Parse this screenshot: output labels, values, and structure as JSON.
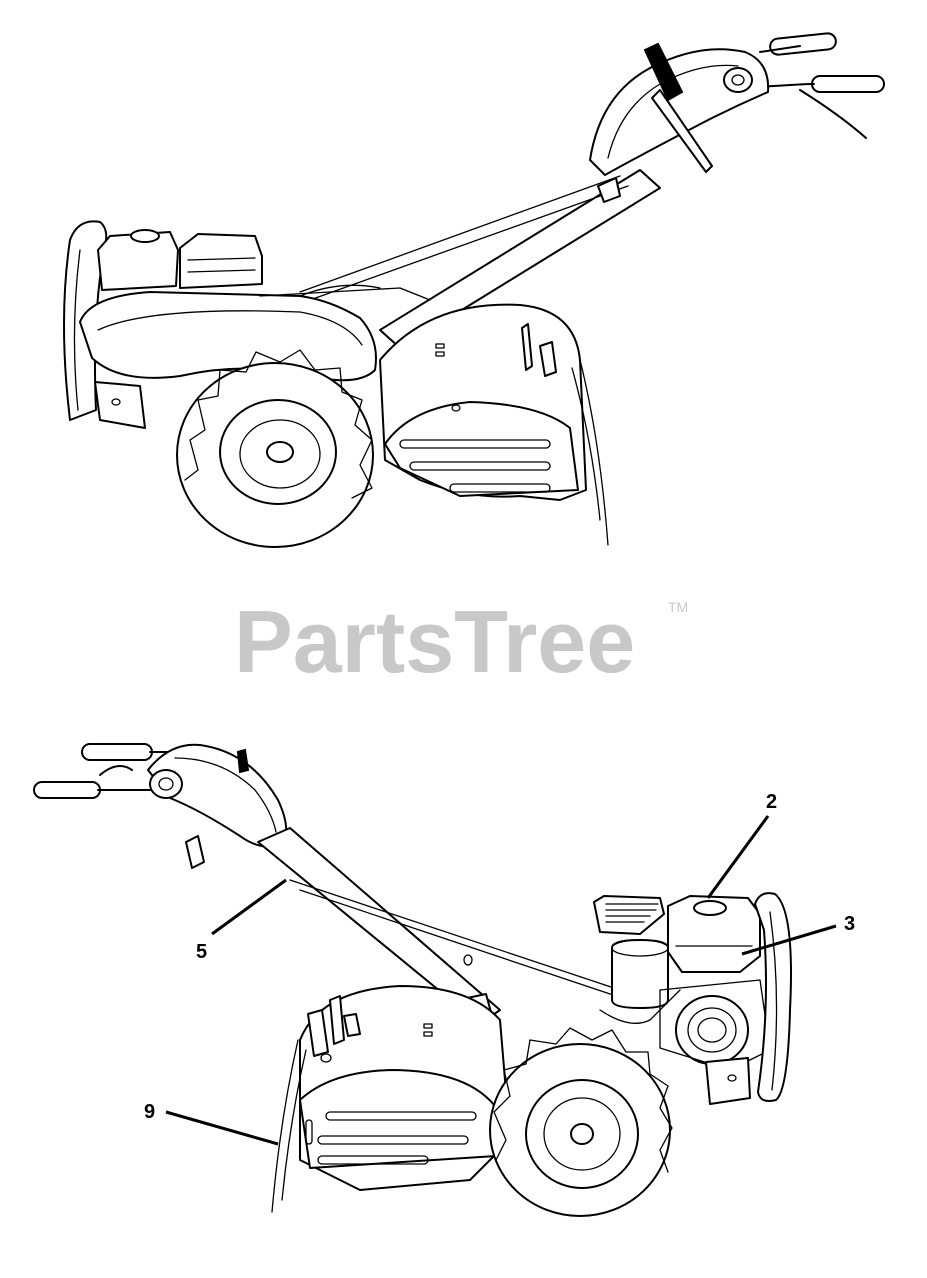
{
  "watermark": {
    "text": "PartsTree",
    "trademark": "TM"
  },
  "callouts": [
    {
      "id": "2",
      "label": "2"
    },
    {
      "id": "3",
      "label": "3"
    },
    {
      "id": "5",
      "label": "5"
    },
    {
      "id": "9",
      "label": "9"
    }
  ]
}
